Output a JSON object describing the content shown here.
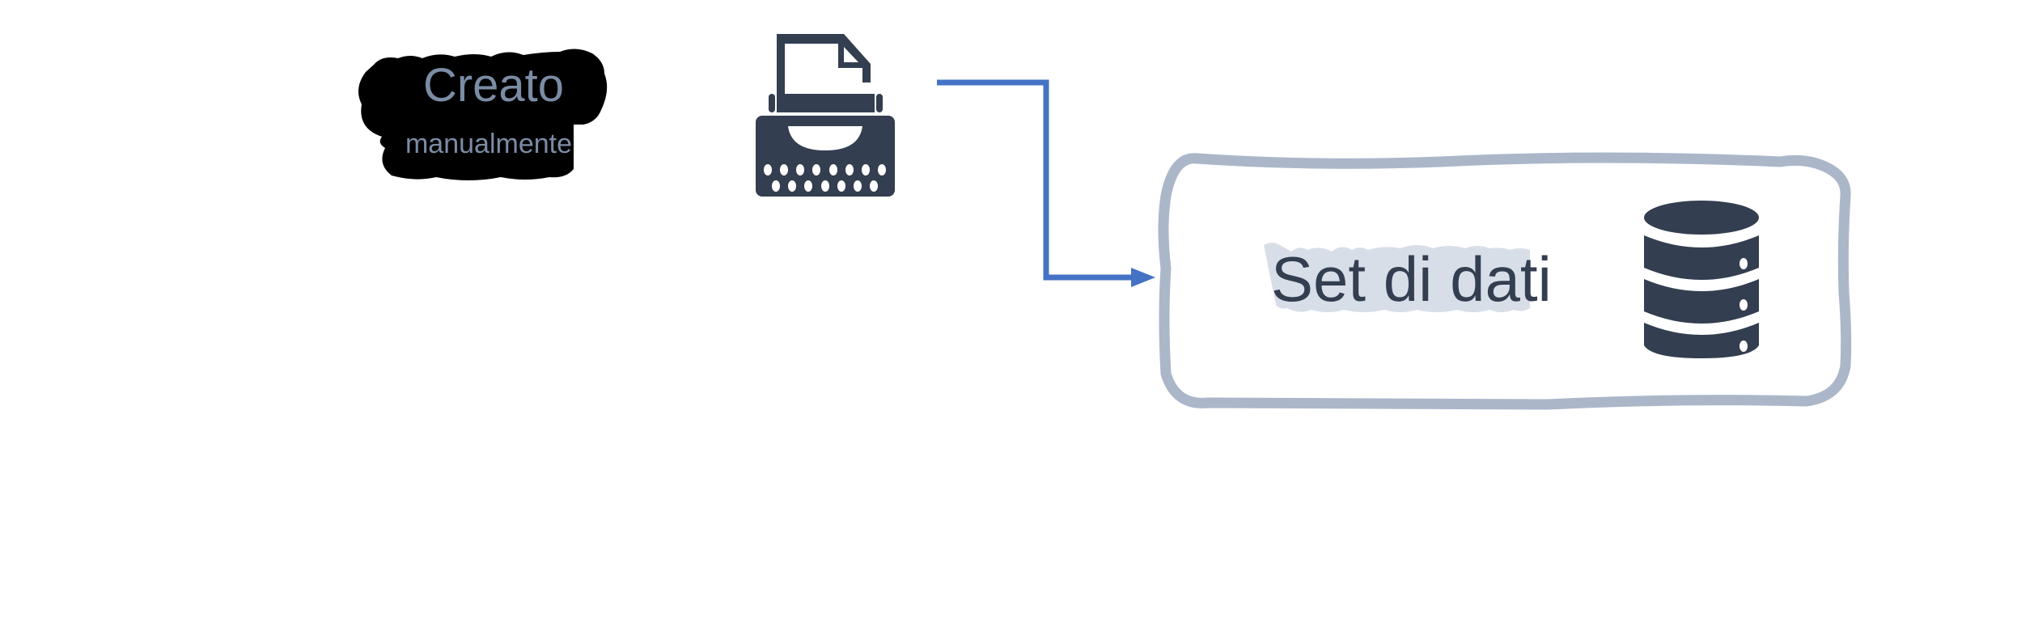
{
  "source_label": {
    "line1": "Creato",
    "line2": "manualmente"
  },
  "source_icon": "typewriter-icon",
  "target": {
    "label": "Set di dati",
    "icon": "database-icon"
  },
  "colors": {
    "label_text": "#7b8ca5",
    "label_background": "#000000",
    "icon": "#333e50",
    "arrow": "#4472c4",
    "box_border": "#abb7c9",
    "text_highlight": "#d8dee8",
    "text": "#333e50"
  }
}
